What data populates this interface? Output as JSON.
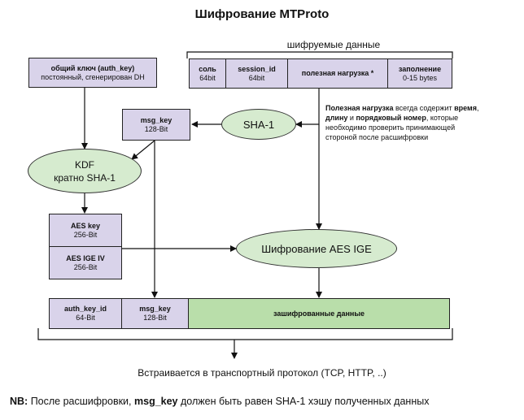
{
  "title": "Шифрование MTProto",
  "encrypted_data_label": "шифруемые данные",
  "auth_key": {
    "name": "общий ключ (auth_key)",
    "desc": "постоянный, сгенерирован DH"
  },
  "payload_fields": [
    {
      "name": "соль",
      "size": "64bit"
    },
    {
      "name": "session_id",
      "size": "64bit"
    },
    {
      "name": "полезная нагрузка *",
      "size": ""
    },
    {
      "name": "заполнение",
      "size": "0-15 bytes"
    }
  ],
  "msg_key": {
    "name": "msg_key",
    "size": "128-Bit"
  },
  "sha1": "SHA-1",
  "kdf": {
    "name": "KDF",
    "desc": "кратно SHA-1"
  },
  "aes_key": {
    "name": "AES key",
    "size": "256-Bit"
  },
  "aes_iv": {
    "name": "AES IGE IV",
    "size": "256-Bit"
  },
  "aes_ige": "Шифрование AES IGE",
  "note": {
    "p1": "Полезная нагрузка",
    "p2": " всегда содержит ",
    "p3": "время",
    "p4": ", ",
    "p5": "длину",
    "p6": " и ",
    "p7": "порядковый номер",
    "p8": ", которые необходимо проверить принимающей стороной после расшифровки"
  },
  "output_fields": [
    {
      "name": "auth_key_id",
      "size": "64-Bit"
    },
    {
      "name": "msg_key",
      "size": "128-Bit"
    },
    {
      "name": "зашифрованные данные",
      "size": ""
    }
  ],
  "transport": "Встраивается в транспортный протокол (TCP, HTTP, ..)",
  "nb": {
    "prefix": "NB:",
    "t1": " После расшифровки, ",
    "key": "msg_key",
    "t2": " должен быть равен SHA-1 хэшу полученных данных"
  }
}
